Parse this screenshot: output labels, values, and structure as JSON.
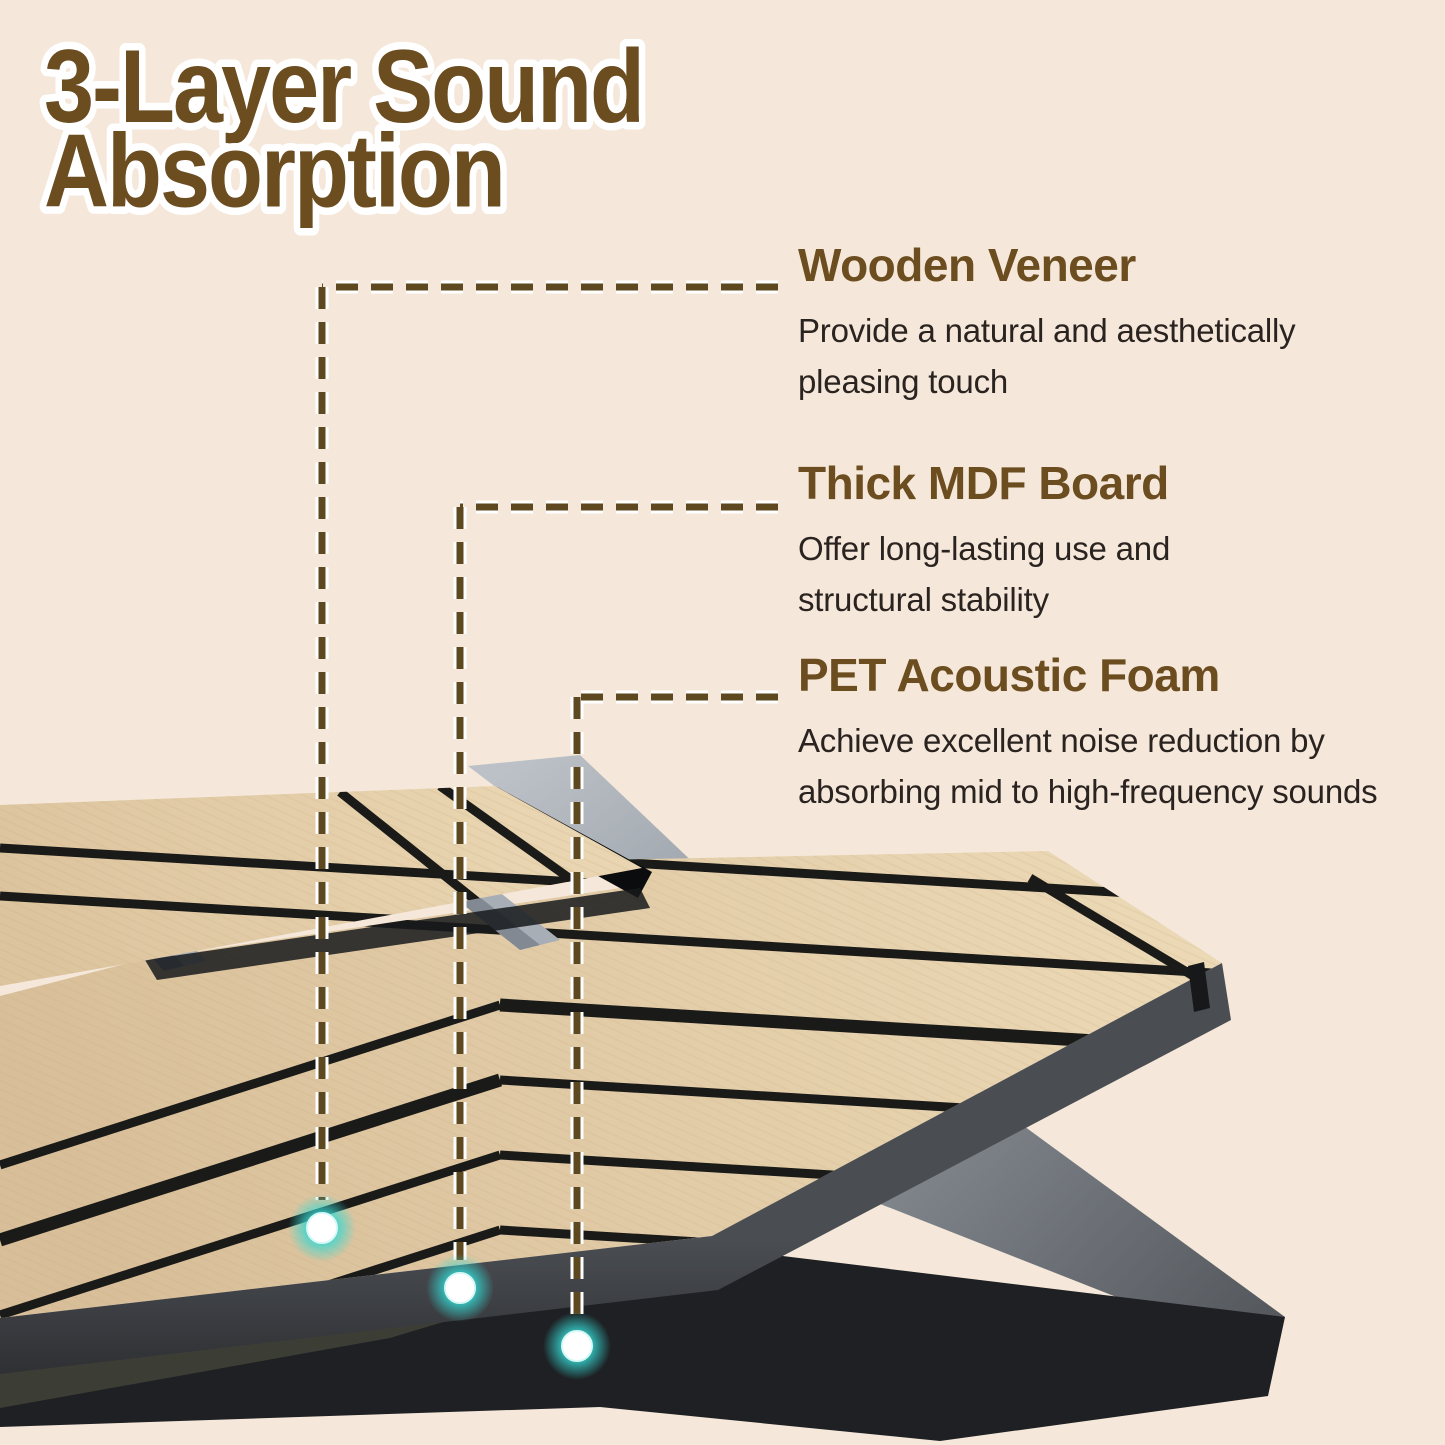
{
  "title": {
    "line1": "3-Layer Sound",
    "line2": "Absorption"
  },
  "sections": [
    {
      "heading": "Wooden Veneer",
      "line1": "Provide a natural and aesthetically",
      "line2": "pleasing touch"
    },
    {
      "heading": "Thick MDF Board",
      "line1": "Offer long-lasting use and",
      "line2": "structural stability"
    },
    {
      "heading": "PET Acoustic Foam",
      "line1": "Achieve excellent noise reduction by",
      "line2": "absorbing mid to high-frequency sounds"
    }
  ],
  "colors": {
    "background": "#f5e8da",
    "title_brown": "#6b4d20",
    "heading_brown": "#6b4d20",
    "body_text": "#2a2320",
    "dash_brown": "#5e4820",
    "dash_casing": "#ffffff",
    "wood": "#e2cba6",
    "groove_black": "#1a1a18",
    "mdf_edge": "#34373b",
    "foam_grey_top": "#8a9098",
    "foam_black": "#1e2023",
    "glow_teal": "#35d8d3",
    "dot_white": "#ffffff"
  }
}
